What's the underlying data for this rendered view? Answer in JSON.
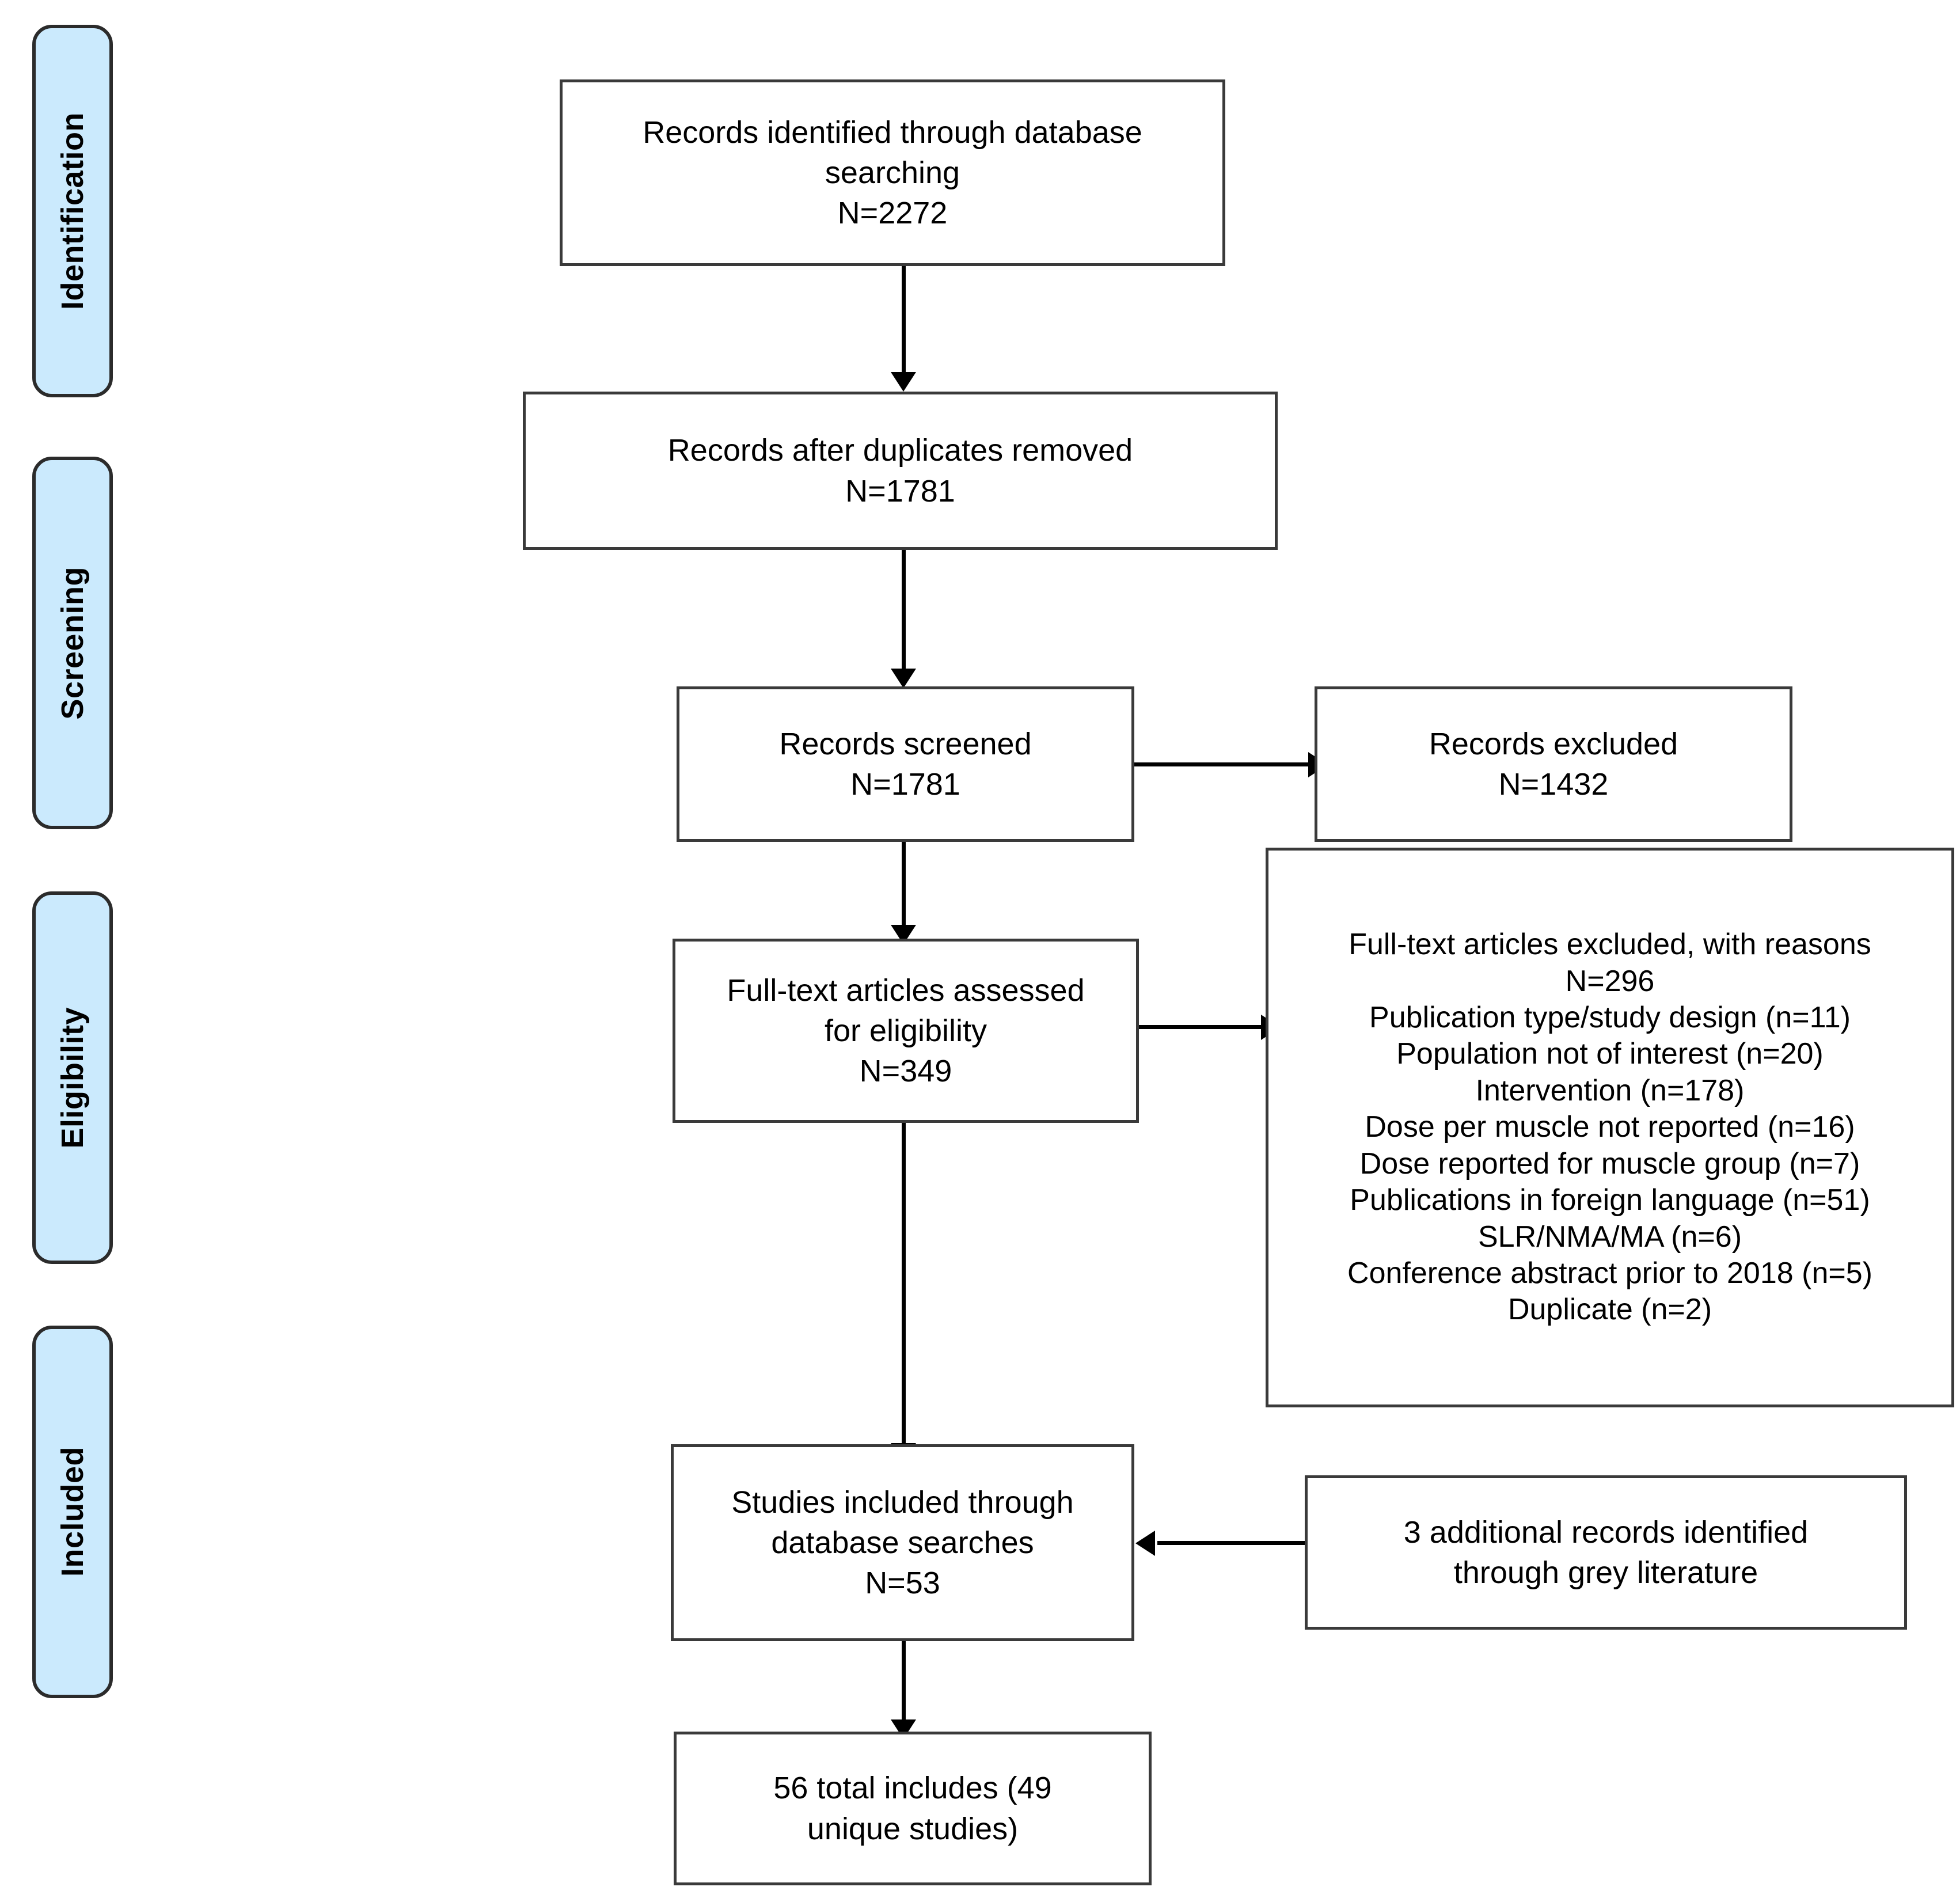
{
  "diagram": {
    "type": "prisma-flow-diagram",
    "accent_color": "#cbeafd",
    "line_color": "#000000",
    "box_border_color": "#3a3a3a"
  },
  "stages": [
    {
      "label": "Identification"
    },
    {
      "label": "Screening"
    },
    {
      "label": "Eligibility"
    },
    {
      "label": "Included"
    }
  ],
  "boxes": {
    "identified": {
      "text": "Records identified through database\nsearching\nN=2272"
    },
    "after_duplicates": {
      "text": "Records after duplicates removed\nN=1781"
    },
    "screened": {
      "text": "Records screened\nN=1781"
    },
    "records_excluded": {
      "text": "Records excluded\nN=1432"
    },
    "fulltext_assessed": {
      "text": "Full-text articles assessed\nfor eligibility\nN=349"
    },
    "fulltext_excluded": {
      "text": "Full-text articles excluded, with reasons\nN=296\nPublication type/study design (n=11)\nPopulation not of interest (n=20)\nIntervention (n=178)\nDose per muscle not reported (n=16)\nDose reported for muscle group (n=7)\nPublications in foreign language (n=51)\nSLR/NMA/MA (n=6)\nConference abstract prior to 2018 (n=5)\nDuplicate (n=2)"
    },
    "included_database": {
      "text": "Studies included through\ndatabase searches\nN=53"
    },
    "grey_literature": {
      "text": "3 additional records identified\nthrough grey literature"
    },
    "total_includes": {
      "text": "56 total includes (49\nunique studies)"
    }
  },
  "chart_data": {
    "type": "diagram",
    "title": "PRISMA study selection flow diagram",
    "nodes": [
      {
        "id": "identified",
        "stage": "Identification",
        "label": "Records identified through database searching",
        "n": 2272
      },
      {
        "id": "after_duplicates",
        "stage": "Identification",
        "label": "Records after duplicates removed",
        "n": 1781
      },
      {
        "id": "screened",
        "stage": "Screening",
        "label": "Records screened",
        "n": 1781
      },
      {
        "id": "records_excluded",
        "stage": "Screening",
        "label": "Records excluded",
        "n": 1432
      },
      {
        "id": "fulltext_assessed",
        "stage": "Eligibility",
        "label": "Full-text articles assessed for eligibility",
        "n": 349
      },
      {
        "id": "fulltext_excluded",
        "stage": "Eligibility",
        "label": "Full-text articles excluded, with reasons",
        "n": 296
      },
      {
        "id": "included_database",
        "stage": "Included",
        "label": "Studies included through database searches",
        "n": 53
      },
      {
        "id": "grey_literature",
        "stage": "Included",
        "label": "3 additional records identified through grey literature",
        "n": 3
      },
      {
        "id": "total_includes",
        "stage": "Included",
        "label": "56 total includes (49 unique studies)",
        "n": 56
      }
    ],
    "exclusion_reasons": [
      {
        "reason": "Publication type/study design",
        "n": 11
      },
      {
        "reason": "Population not of interest",
        "n": 20
      },
      {
        "reason": "Intervention",
        "n": 178
      },
      {
        "reason": "Dose per muscle not reported",
        "n": 16
      },
      {
        "reason": "Dose reported for muscle group",
        "n": 7
      },
      {
        "reason": "Publications in foreign language",
        "n": 51
      },
      {
        "reason": "SLR/NMA/MA",
        "n": 6
      },
      {
        "reason": "Conference abstract prior to 2018",
        "n": 5
      },
      {
        "reason": "Duplicate",
        "n": 2
      }
    ],
    "edges": [
      {
        "from": "identified",
        "to": "after_duplicates",
        "direction": "down"
      },
      {
        "from": "after_duplicates",
        "to": "screened",
        "direction": "down"
      },
      {
        "from": "screened",
        "to": "records_excluded",
        "direction": "right"
      },
      {
        "from": "screened",
        "to": "fulltext_assessed",
        "direction": "down"
      },
      {
        "from": "fulltext_assessed",
        "to": "fulltext_excluded",
        "direction": "right"
      },
      {
        "from": "fulltext_assessed",
        "to": "included_database",
        "direction": "down"
      },
      {
        "from": "grey_literature",
        "to": "included_database",
        "direction": "left"
      },
      {
        "from": "included_database",
        "to": "total_includes",
        "direction": "down"
      }
    ]
  }
}
